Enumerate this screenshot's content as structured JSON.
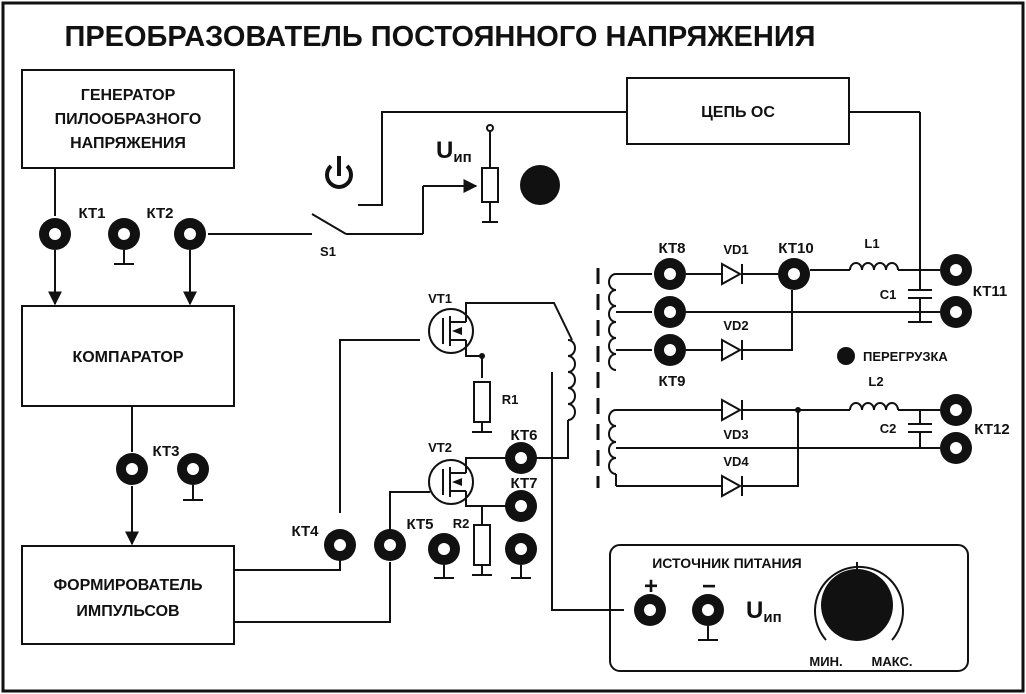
{
  "title": "ПРЕОБРАЗОВАТЕЛЬ ПОСТОЯННОГО НАПРЯЖЕНИЯ",
  "blocks": {
    "generator": [
      "ГЕНЕРАТОР",
      "ПИЛООБРАЗНОГО",
      "НАПРЯЖЕНИЯ"
    ],
    "comparator": "КОМПАРАТОР",
    "shaper": [
      "ФОРМИРОВАТЕЛЬ",
      "ИМПУЛЬСОВ"
    ],
    "feedback": "ЦЕПЬ ОС",
    "power_supply": "ИСТОЧНИК ПИТАНИЯ"
  },
  "test_points": {
    "kt1": "КТ1",
    "kt2": "КТ2",
    "kt3": "КТ3",
    "kt4": "КТ4",
    "kt5": "КТ5",
    "kt6": "КТ6",
    "kt7": "КТ7",
    "kt8": "КТ8",
    "kt9": "КТ9",
    "kt10": "КТ10",
    "kt11": "КТ11",
    "kt12": "КТ12"
  },
  "components": {
    "s1": "S1",
    "vt1": "VT1",
    "vt2": "VT2",
    "r1": "R1",
    "r2": "R2",
    "vd1": "VD1",
    "vd2": "VD2",
    "vd3": "VD3",
    "vd4": "VD4",
    "l1": "L1",
    "l2": "L2",
    "c1": "C1",
    "c2": "C2"
  },
  "voltage": {
    "main": "U",
    "sub": "ип"
  },
  "overload": "ПЕРЕГРУЗКА",
  "supply": {
    "plus": "+",
    "minus": "−",
    "min": "МИН.",
    "max": "МАКС."
  },
  "icons": [
    "power-icon",
    "indicator-led-icon",
    "overload-led-icon",
    "voltage-knob-icon"
  ]
}
